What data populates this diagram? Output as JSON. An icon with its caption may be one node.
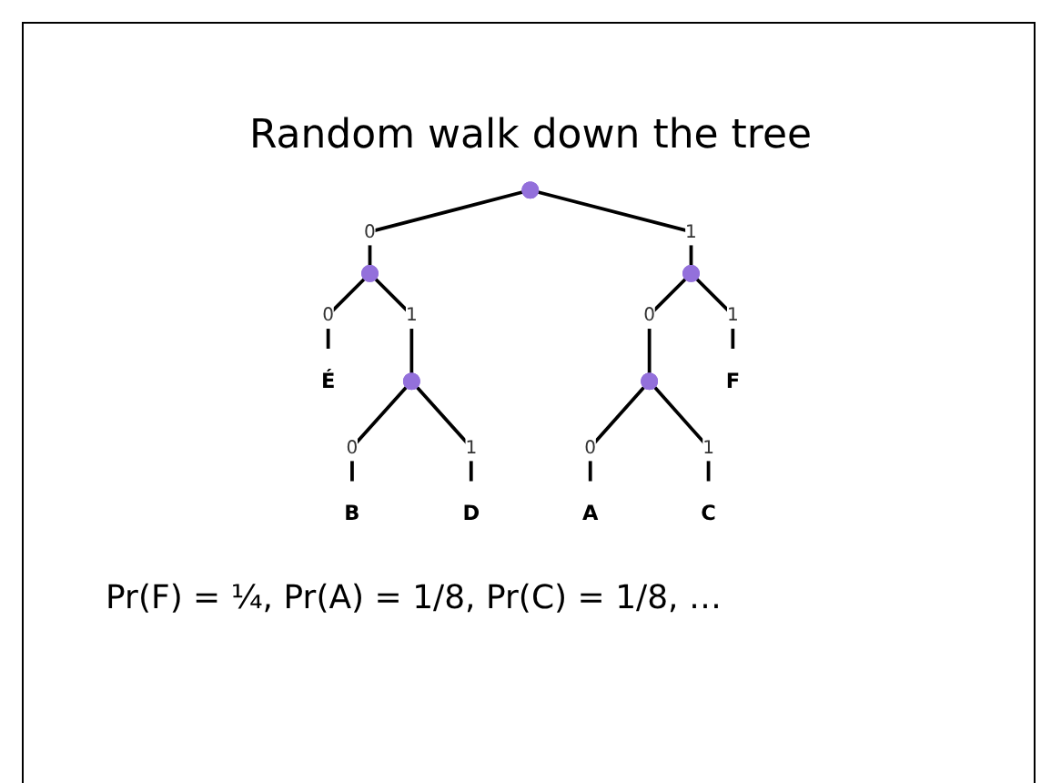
{
  "diagram": {
    "title": "Random walk down the tree",
    "nodes": [
      {
        "text": [],
        "shape": "point"
      },
      {
        "text": [],
        "shape": "point"
      },
      {
        "text": [],
        "shape": "point"
      },
      {
        "text": [
          "É"
        ]
      },
      {
        "text": [],
        "shape": "point"
      },
      {
        "text": [],
        "shape": "point"
      },
      {
        "text": [
          "F"
        ]
      },
      {
        "text": [
          "B"
        ]
      },
      {
        "text": [
          "D"
        ]
      },
      {
        "text": [
          "A"
        ]
      },
      {
        "text": [
          "C"
        ]
      }
    ],
    "edges": [
      {
        "from": 0,
        "to": 1,
        "arrow": "none",
        "label": "0"
      },
      {
        "from": 0,
        "to": 2,
        "arrow": "none",
        "label": "1"
      },
      {
        "from": 1,
        "to": 3,
        "arrow": "none",
        "label": "0"
      },
      {
        "from": 1,
        "to": 4,
        "arrow": "none",
        "label": "1"
      },
      {
        "from": 2,
        "to": 5,
        "arrow": "none",
        "label": "0"
      },
      {
        "from": 2,
        "to": 6,
        "arrow": "none",
        "label": "1"
      },
      {
        "from": 4,
        "to": 7,
        "arrow": "none",
        "label": "0"
      },
      {
        "from": 4,
        "to": 8,
        "arrow": "none",
        "label": "1"
      },
      {
        "from": 5,
        "to": 9,
        "arrow": "none",
        "label": "0"
      },
      {
        "from": 5,
        "to": 10,
        "arrow": "none",
        "label": "1"
      }
    ],
    "labels": [
      "Pr(F) = ¼, Pr(A) = 1/8, Pr(C) = 1/8, …"
    ]
  }
}
